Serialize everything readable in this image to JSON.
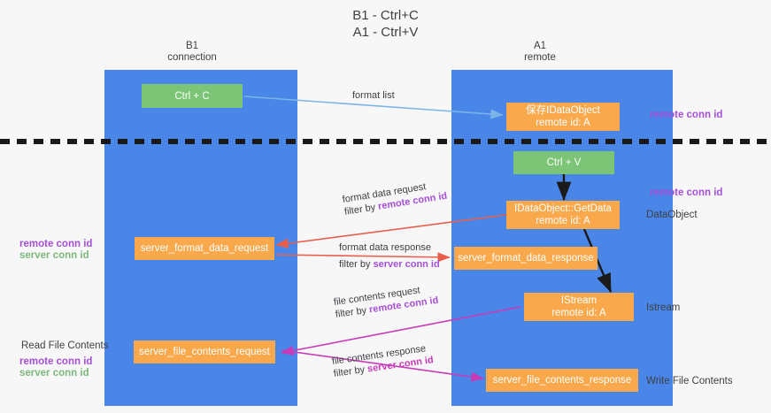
{
  "title": "B1 - Ctrl+C\nA1 - Ctrl+V",
  "columns": [
    {
      "name": "b1",
      "label": "B1\nconnection"
    },
    {
      "name": "a1",
      "label": "A1\nremote"
    }
  ],
  "boxes": [
    {
      "id": "ctrl-c",
      "label": "Ctrl + C",
      "color": "#7cc576"
    },
    {
      "id": "save-idataobject",
      "label": "保存IDataObject\nremote id: A",
      "color": "#f9a94c"
    },
    {
      "id": "ctrl-v",
      "label": "Ctrl + V",
      "color": "#7cc576"
    },
    {
      "id": "idataobject-getdata",
      "label": "IDataObject::GetData\nremote id: A",
      "color": "#f9a94c"
    },
    {
      "id": "server-format-data-request",
      "label": "server_format_data_request",
      "color": "#f9a94c"
    },
    {
      "id": "server-format-data-response",
      "label": "server_format_data_response",
      "color": "#f9a94c"
    },
    {
      "id": "istream",
      "label": "IStream\nremote id: A",
      "color": "#f9a94c"
    },
    {
      "id": "server-file-contents-request",
      "label": "server_file_contents_request",
      "color": "#f9a94c"
    },
    {
      "id": "server-file-contents-response",
      "label": "server_file_contents_response",
      "color": "#f9a94c"
    }
  ],
  "edge_labels": {
    "format_list": "format list",
    "format_data_request": "format data request",
    "format_data_request_filter_prefix": "filter by ",
    "format_data_request_filter_value": "remote conn id",
    "format_data_response": "format data response",
    "format_data_response_filter_prefix": "filter by ",
    "format_data_response_filter_value": "server conn id",
    "file_contents_request": "file contents request",
    "file_contents_request_filter_prefix": "filter by ",
    "file_contents_request_filter_value": "remote conn id",
    "file_contents_response": "file contents response",
    "file_contents_response_filter_prefix": "filter by ",
    "file_contents_response_filter_value": "server conn id"
  },
  "side_labels": {
    "right_remote_conn_id_top": "remote conn id",
    "right_remote_conn_id_mid": "remote conn id",
    "right_dataobject": "DataObject",
    "right_istream": "Istream",
    "right_write_file_contents": "Write File Contents",
    "left_remote_conn_id_mid": "remote conn id",
    "left_server_conn_id_mid": "server conn id",
    "left_read_file_contents": "Read File Contents",
    "left_remote_conn_id_bottom": "remote conn id",
    "left_server_conn_id_bottom": "server conn id"
  },
  "colors": {
    "lane": "#4a86e8",
    "box_orange": "#f9a94c",
    "box_green": "#7cc576",
    "arrow_blue": "#7ab4e8",
    "arrow_red": "#e8604c",
    "arrow_magenta": "#c83bb8",
    "arrow_black": "#1a1a1a",
    "accent_purple": "#a64fd6",
    "accent_green": "#7cb87c",
    "background": "#f7f7f8",
    "divider": "#1a1a1a"
  }
}
